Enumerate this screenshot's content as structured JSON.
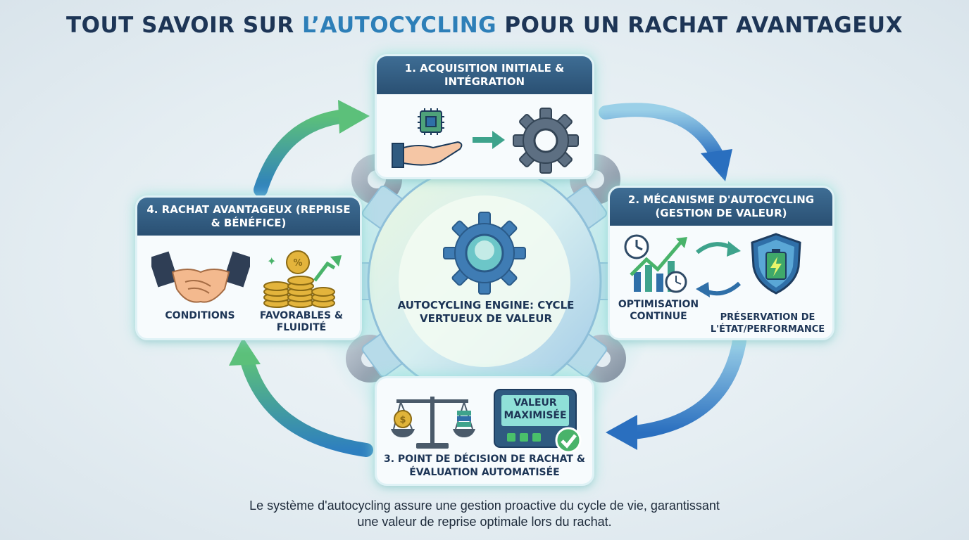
{
  "title": {
    "before": "Tout savoir sur ",
    "highlight": "l’autocycling",
    "after": " pour un rachat avantageux"
  },
  "center": {
    "label": "Autocycling engine: cycle vertueux de valeur",
    "icon": "gear-icon"
  },
  "steps": [
    {
      "header": "1. Acquisition initiale & intégration",
      "icons": [
        "hand-chip-icon",
        "arrow-right-icon",
        "gear-icon"
      ]
    },
    {
      "header": "2. Mécanisme d'autocycling (gestion de valeur)",
      "labels": [
        "Optimisation continue",
        "Préservation de l'état/performance"
      ],
      "icons": [
        "clock-growth-chart-icon",
        "cycle-arrows-icon",
        "shield-battery-icon"
      ]
    },
    {
      "header": "3. Point de décision de rachat & évaluation automatisée",
      "screen_text": "Valeur maximisée",
      "icons": [
        "balance-scale-icon",
        "value-screen-icon",
        "check-icon"
      ]
    },
    {
      "header": "4. Rachat avantageux (reprise & bénéfice)",
      "labels": [
        "Conditions",
        "Favorables & fluidité"
      ],
      "icons": [
        "handshake-icon",
        "coins-percent-icon"
      ]
    }
  ],
  "footer": "Le système d'autocycling assure une gestion proactive du cycle de vie, garantissant une valeur de reprise optimale lors du rachat.",
  "colors": {
    "header": "#2f5a80",
    "title": "#1d3556",
    "highlight": "#2d7fb8",
    "glow": "#9de6d8",
    "arrow_green": "#4caf6e",
    "arrow_blue": "#2f7fc8"
  }
}
